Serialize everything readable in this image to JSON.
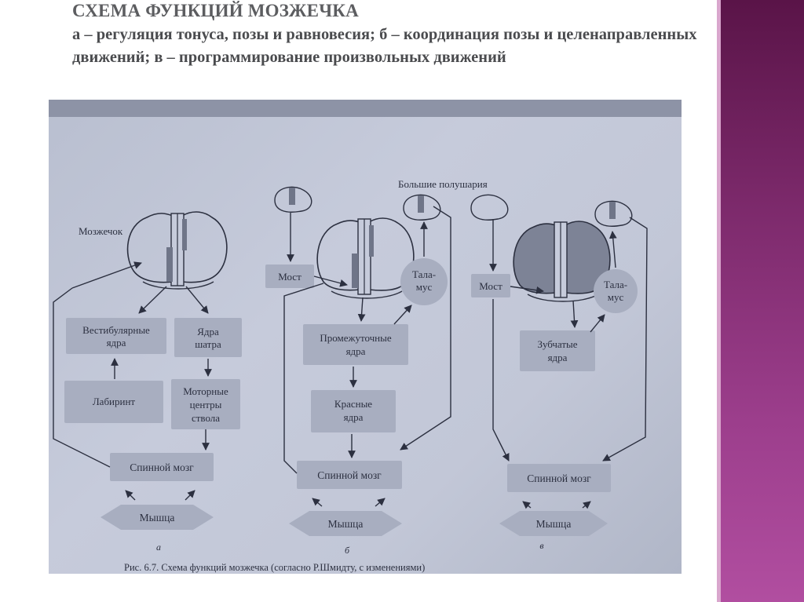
{
  "slide": {
    "title": "СХЕМА ФУНКЦИЙ МОЗЖЕЧКА",
    "subtitle": "а – регуляция тонуса, позы и равновесия; б – координация позы и целенаправленных движений; в – программирование произвольных движений"
  },
  "diagram": {
    "panel_a": {
      "cerebellum_label": "Мозжечок",
      "vestibular": [
        "Вестибулярные",
        "ядра"
      ],
      "tent": [
        "Ядра",
        "шатра"
      ],
      "labyrinth": "Лабиринт",
      "motor_centers": [
        "Моторные",
        "центры",
        "ствола"
      ],
      "spinal_cord": "Спинной мозг",
      "muscle": "Мышца",
      "letter": "а"
    },
    "panel_b": {
      "hemispheres_label": "Большие полушария",
      "pons": "Мост",
      "thalamus": [
        "Тала-",
        "мус"
      ],
      "intermediate": [
        "Промежуточные",
        "ядра"
      ],
      "red_nuclei": [
        "Красные",
        "ядра"
      ],
      "spinal_cord": "Спинной мозг",
      "muscle": "Мышца",
      "letter": "б"
    },
    "panel_c": {
      "pons": "Мост",
      "thalamus": [
        "Тала-",
        "мус"
      ],
      "dentate": [
        "Зубчатые",
        "ядра"
      ],
      "spinal_cord": "Спинной мозг",
      "muscle": "Мышца",
      "letter": "в"
    },
    "caption": "Рис. 6.7. Схема функций мозжечка (согласно Р.Шмидту, с изменениями)"
  },
  "colors": {
    "title": "#5c5d60",
    "subtitle": "#4a4b4e",
    "side_band": "#8a3379",
    "box_fill": "#a8aec0",
    "ink": "#2c3040"
  }
}
